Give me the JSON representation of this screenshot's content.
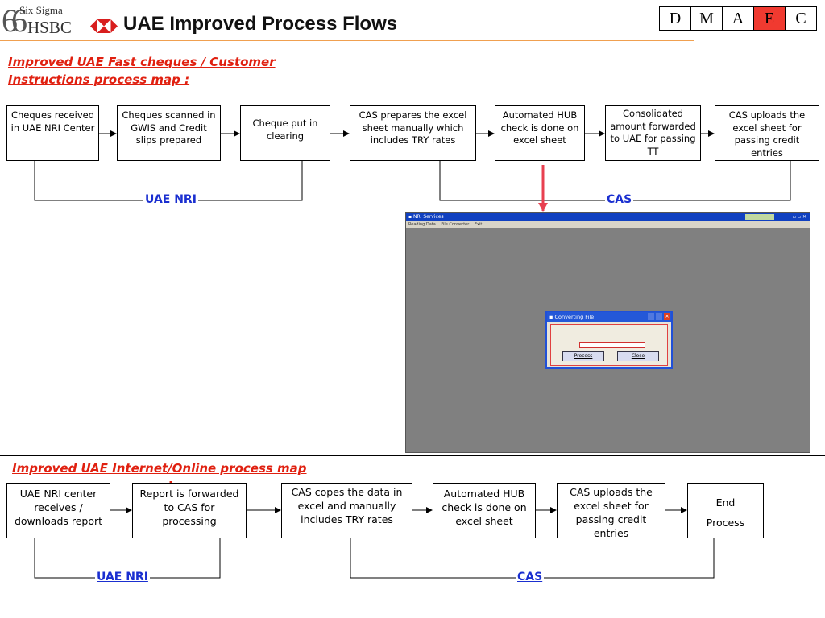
{
  "header": {
    "logo_brand_top": "Six Sigma",
    "logo_brand_main": "HSBC",
    "title": "UAE Improved Process Flows",
    "dmaic": [
      {
        "letter": "D",
        "active": false
      },
      {
        "letter": "M",
        "active": false
      },
      {
        "letter": "A",
        "active": false
      },
      {
        "letter": "E",
        "active": true
      },
      {
        "letter": "C",
        "active": false
      }
    ],
    "active_color": "#f03a30",
    "accent_rule_color": "#f0a050"
  },
  "section1": {
    "title_line1": "Improved UAE Fast cheques / Customer",
    "title_line2": "Instructions process map :",
    "steps": [
      "Cheques received in UAE NRI Center",
      "Cheques scanned in GWIS and Credit slips prepared",
      "Cheque put in clearing",
      "CAS prepares the excel sheet manually which includes TRY rates",
      "Automated HUB check is done on excel sheet",
      "Consolidated amount forwarded to UAE for passing TT",
      "CAS uploads the excel sheet for passing credit entries"
    ],
    "group_uae": "UAE NRI",
    "group_cas": "CAS"
  },
  "screenshot": {
    "window_title": "NRI Services",
    "menu_items": [
      "Reading Data",
      "File Converter",
      "Exit"
    ],
    "dialog_title": "Converting File",
    "process_button": "Process",
    "close_button": "Close"
  },
  "section2": {
    "title": "Improved UAE Internet/Online process map",
    "title_suffix": ":",
    "steps": [
      "UAE NRI center receives / downloads report",
      "Report is forwarded to CAS for processing",
      "CAS copes the data in excel and manually includes TRY rates",
      "Automated HUB check is done on excel sheet",
      "CAS uploads the excel sheet for passing credit entries",
      "End Process"
    ],
    "end_line1": "End",
    "end_line2": "Process",
    "group_uae": "UAE NRI",
    "group_cas": "CAS"
  },
  "colors": {
    "section_title": "#e02010",
    "group_label": "#1a2fd0",
    "callout_arrow": "#e84050"
  }
}
